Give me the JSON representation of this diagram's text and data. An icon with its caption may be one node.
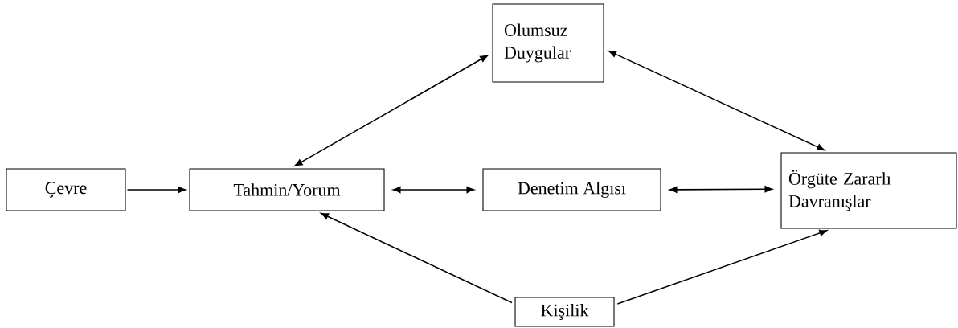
{
  "diagram": {
    "nodes": [
      {
        "text": [
          "Çevre"
        ]
      },
      {
        "text": [
          "Tahmin/Yorum"
        ]
      },
      {
        "text": [
          "Olumsuz Duygular"
        ]
      },
      {
        "text": [
          "Denetim Algısı"
        ]
      },
      {
        "text": [
          "Örgüte Zararlı Davranışlar"
        ]
      },
      {
        "text": [
          "Kişilik"
        ]
      }
    ],
    "edges": [
      {
        "from": 0,
        "to": 1,
        "arrow": "to"
      },
      {
        "from": 1,
        "to": 2,
        "arrow": "both"
      },
      {
        "from": 1,
        "to": 3,
        "arrow": "both"
      },
      {
        "from": 3,
        "to": 4,
        "arrow": "both"
      },
      {
        "from": 2,
        "to": 4,
        "arrow": "both"
      },
      {
        "from": 5,
        "to": 1,
        "arrow": "to"
      },
      {
        "from": 5,
        "to": 4,
        "arrow": "to"
      }
    ]
  }
}
